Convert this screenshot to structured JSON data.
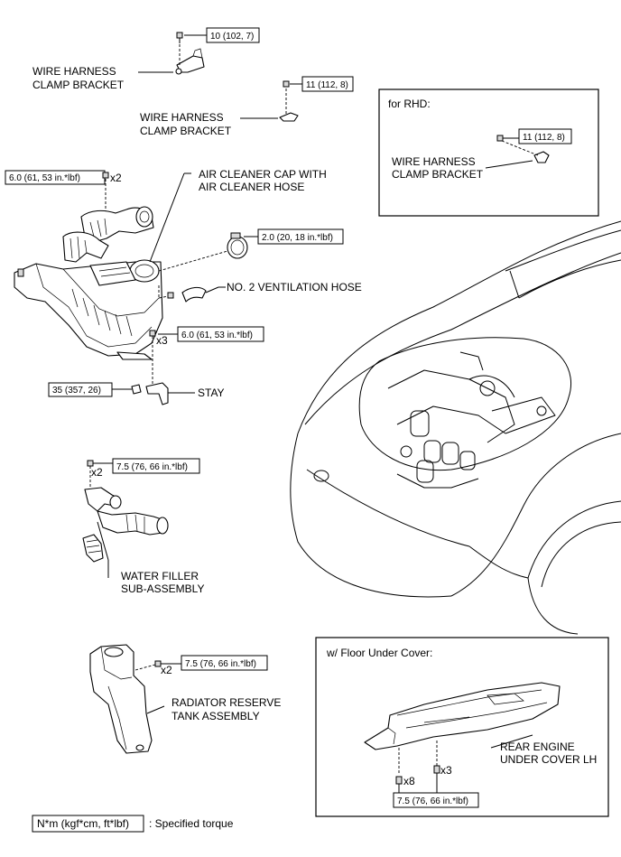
{
  "labels": {
    "bracket_top_1": "WIRE HARNESS",
    "bracket_top_2": "CLAMP BRACKET",
    "bracket_mid_1": "WIRE HARNESS",
    "bracket_mid_2": "CLAMP BRACKET",
    "rhd_title": "for RHD:",
    "bracket_rhd_1": "WIRE HARNESS",
    "bracket_rhd_2": "CLAMP BRACKET",
    "air_cleaner_1": "AIR CLEANER CAP WITH",
    "air_cleaner_2": "AIR CLEANER HOSE",
    "vent_hose": "NO. 2 VENTILATION HOSE",
    "stay": "STAY",
    "water_filler_1": "WATER FILLER",
    "water_filler_2": "SUB-ASSEMBLY",
    "radiator_tank_1": "RADIATOR RESERVE",
    "radiator_tank_2": "TANK ASSEMBLY",
    "floor_title": "w/ Floor Under Cover:",
    "under_cover_1": "REAR ENGINE",
    "under_cover_2": "UNDER COVER LH"
  },
  "torques": {
    "t_bracket_top": "10 (102, 7)",
    "t_bracket_mid": "11 (112, 8)",
    "t_bracket_rhd": "11 (112, 8)",
    "t_cap": "6.0 (61, 53 in.*lbf)",
    "t_clamp": "2.0 (20, 18 in.*lbf)",
    "t_case": "6.0 (61, 53 in.*lbf)",
    "t_stay": "35 (357, 26)",
    "t_filler": "7.5 (76, 66 in.*lbf)",
    "t_tank": "7.5 (76, 66 in.*lbf)",
    "t_cover": "7.5 (76, 66 in.*lbf)"
  },
  "quantities": {
    "q_cap": "x2",
    "q_case": "x3",
    "q_filler": "x2",
    "q_tank": "x2",
    "q_cover_a": "x8",
    "q_cover_b": "x3"
  },
  "legend": {
    "unit": "N*m (kgf*cm, ft*lbf)",
    "meaning": ": Specified torque"
  }
}
